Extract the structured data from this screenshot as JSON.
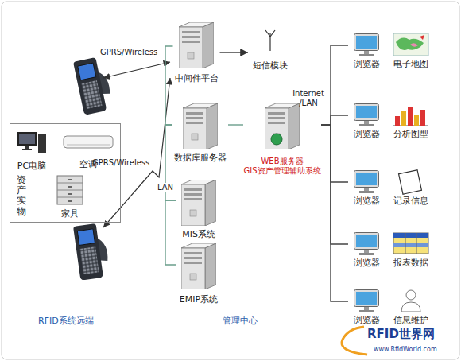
{
  "diagram": {
    "nodes": [
      {
        "text": [
          "中间件平台"
        ]
      },
      {
        "text": [
          "短信模块"
        ]
      },
      {
        "text": [
          "资产实物"
        ]
      },
      {
        "text": [
          "PC电脑"
        ],
        "in": 2
      },
      {
        "text": [
          "空调"
        ],
        "in": 2
      },
      {
        "text": [
          "家具"
        ],
        "in": 2
      },
      {
        "text": [
          "数据库服务器"
        ]
      },
      {
        "text": [
          "WEB服务器 GIS资产管理辅助系统"
        ]
      },
      {
        "text": [
          "MIS系统"
        ]
      },
      {
        "text": [
          "EMIP系统"
        ]
      },
      {
        "text": [
          "浏览器"
        ]
      },
      {
        "text": [
          "电子地图"
        ]
      },
      {
        "text": [
          "浏览器"
        ]
      },
      {
        "text": [
          "分析图型"
        ]
      },
      {
        "text": [
          "浏览器"
        ]
      },
      {
        "text": [
          "记录信息"
        ]
      },
      {
        "text": [
          "浏览器"
        ]
      },
      {
        "text": [
          "报表数据"
        ]
      },
      {
        "text": [
          "浏览器"
        ]
      },
      {
        "text": [
          "信息维护"
        ]
      }
    ],
    "edges": [
      {
        "from": 0,
        "to": 1,
        "arrow": "to"
      },
      {
        "from": 0,
        "to": 6,
        "arrow": "none"
      },
      {
        "from": 6,
        "to": 8,
        "arrow": "none",
        "label": "LAN"
      },
      {
        "from": 8,
        "to": 9,
        "arrow": "none"
      },
      {
        "from": 6,
        "to": 7,
        "arrow": "none"
      },
      {
        "from": 7,
        "to": 10,
        "arrow": "none"
      },
      {
        "from": 7,
        "to": 12,
        "arrow": "none"
      },
      {
        "from": 7,
        "to": 14,
        "arrow": "none"
      },
      {
        "from": 7,
        "to": 16,
        "arrow": "none"
      },
      {
        "from": 7,
        "to": 18,
        "arrow": "none"
      }
    ],
    "labels": [
      "GPRS/Wireless",
      "GPRS/Wireless",
      "Internet /LAN",
      "RFID系统远端",
      "管理中心",
      "RFID世界网",
      "www.RfidWorld.com"
    ]
  }
}
